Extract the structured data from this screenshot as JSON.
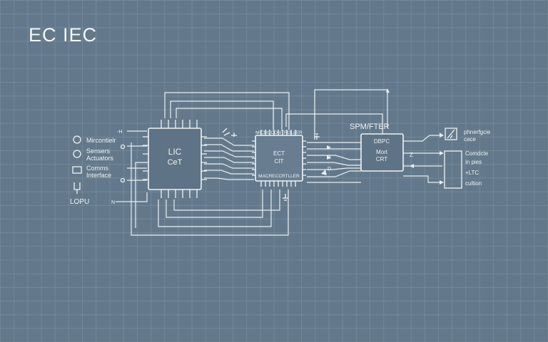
{
  "title": "EC IEC",
  "left_labels": [
    "Mircontielr",
    "Sensers",
    "Actuators",
    "Comms",
    "Interface",
    "LOPU"
  ],
  "left_marks": [
    "-H",
    "N"
  ],
  "chip_a": {
    "line1": "LIC",
    "line2": "CeT"
  },
  "chip_b": {
    "top": "MICRCCONTROLLER",
    "line1": "ECT",
    "line2": "CIT",
    "bottom": "MACRECCRTLLER"
  },
  "mid_marks": [
    "B",
    "D"
  ],
  "spm_label": "SPM/FTER",
  "chip_c": {
    "line1": "DBPC",
    "line2": "Mort",
    "line3": "CRT"
  },
  "mark_z": "Z",
  "right_labels": [
    "phnerfgcie",
    "cace",
    "Comdcte",
    "in pies",
    "+LTC",
    "cultion"
  ]
}
